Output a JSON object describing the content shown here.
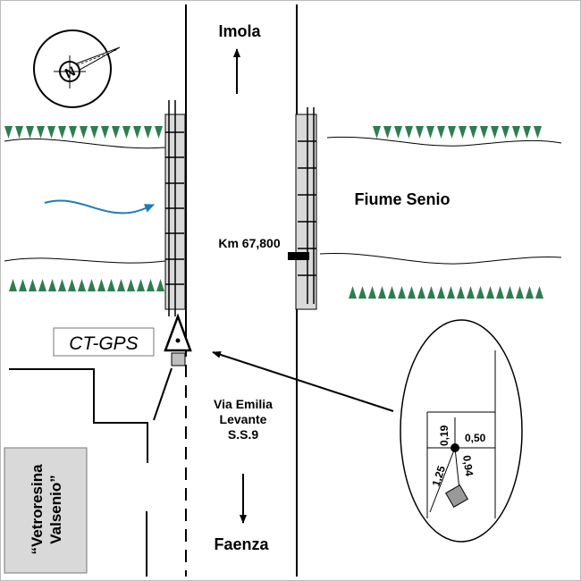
{
  "labels": {
    "imola": "Imola",
    "faenza": "Faenza",
    "river": "Fiume Senio",
    "km": "Km 67,800",
    "road_line1": "Via Emilia",
    "road_line2": "Levante",
    "road_line3": "S.S.9",
    "station": "CT-GPS",
    "building_line1": "“Vetroresina",
    "building_line2": "Valsenio”",
    "compass_letter": "N"
  },
  "inset": {
    "d1": "0,19",
    "d2": "0,50",
    "d3": "1,25",
    "d4": "0,94"
  },
  "colors": {
    "vegetation": "#2e7d4f",
    "water_arrow": "#1f7ab8",
    "bridge_fill": "#d9d9d9",
    "building_fill": "#d9d9d9",
    "marker_fill": "#bfbfbf"
  },
  "icons": {
    "compass": "compass-icon",
    "station": "triangle-benchmark-icon",
    "flow": "water-flow-arrow-icon"
  }
}
